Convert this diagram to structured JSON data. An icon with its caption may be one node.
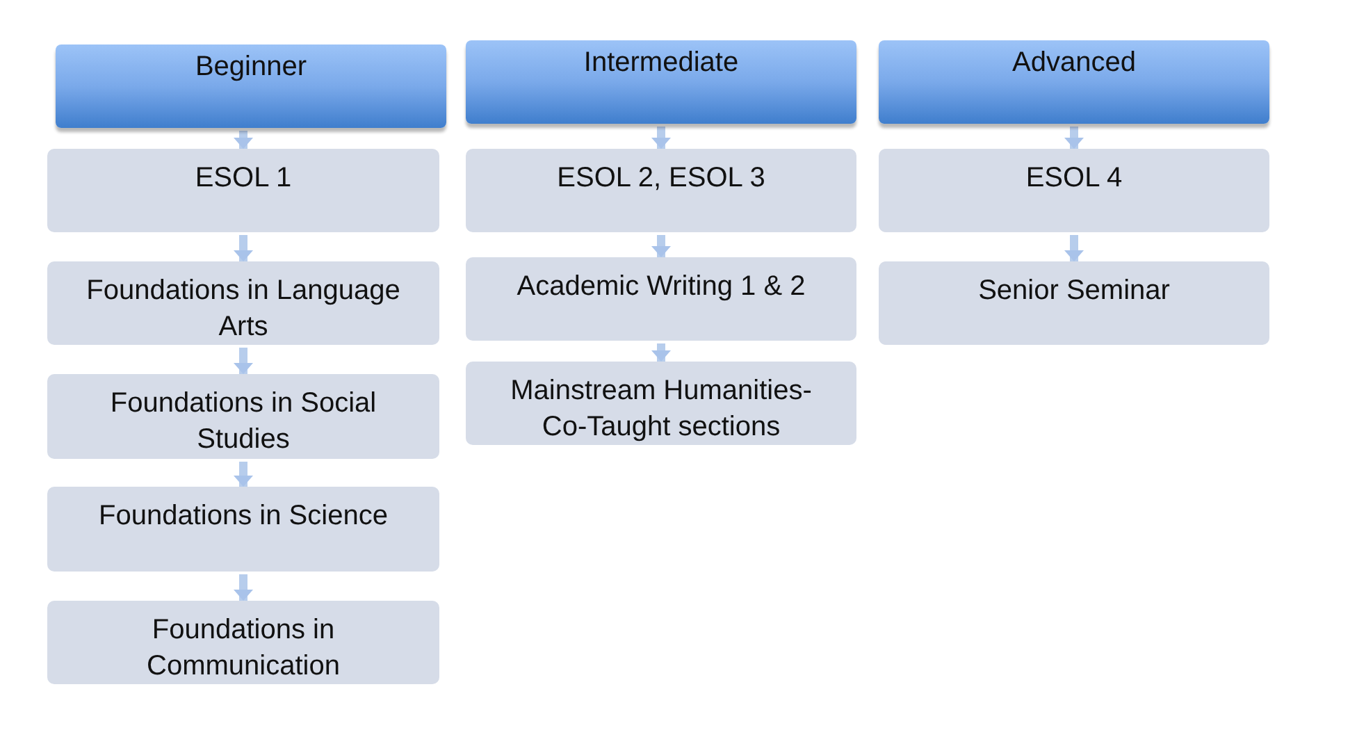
{
  "diagram": {
    "nodes": [
      {
        "text": [
          "Beginner"
        ]
      },
      {
        "text": [
          "ESOL 1"
        ]
      },
      {
        "text": [
          "Foundations in Language Arts"
        ]
      },
      {
        "text": [
          "Foundations in Social Studies"
        ]
      },
      {
        "text": [
          "Foundations in Science"
        ]
      },
      {
        "text": [
          "Foundations in Communication"
        ]
      },
      {
        "text": [
          "Intermediate"
        ]
      },
      {
        "text": [
          "ESOL 2, ESOL 3"
        ]
      },
      {
        "text": [
          "Academic Writing 1 & 2"
        ]
      },
      {
        "text": [
          "Mainstream Humanities- Co-Taught sections"
        ]
      },
      {
        "text": [
          "Advanced"
        ]
      },
      {
        "text": [
          "ESOL 4"
        ]
      },
      {
        "text": [
          "Senior Seminar"
        ]
      }
    ],
    "edges": [
      {
        "from": 0,
        "to": 1,
        "arrow": "to"
      },
      {
        "from": 1,
        "to": 2,
        "arrow": "to"
      },
      {
        "from": 2,
        "to": 3,
        "arrow": "to"
      },
      {
        "from": 3,
        "to": 4,
        "arrow": "to"
      },
      {
        "from": 4,
        "to": 5,
        "arrow": "to"
      },
      {
        "from": 6,
        "to": 7,
        "arrow": "to"
      },
      {
        "from": 7,
        "to": 8,
        "arrow": "to"
      },
      {
        "from": 8,
        "to": 9,
        "arrow": "to"
      },
      {
        "from": 10,
        "to": 11,
        "arrow": "to"
      },
      {
        "from": 11,
        "to": 12,
        "arrow": "to"
      }
    ]
  }
}
